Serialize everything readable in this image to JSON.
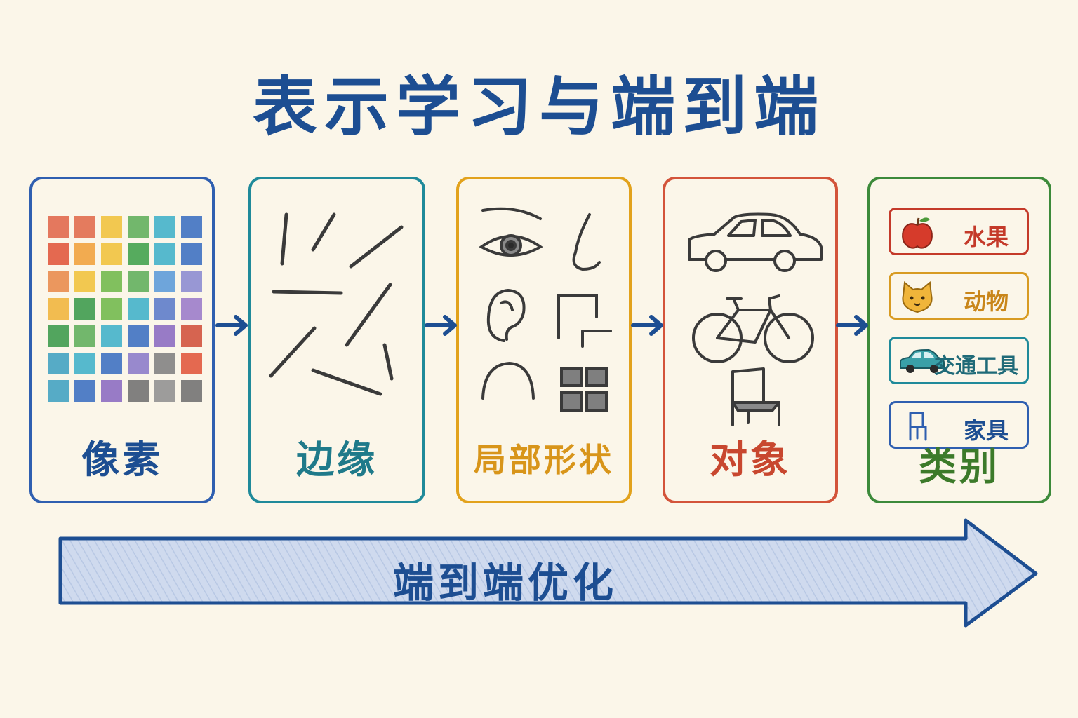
{
  "title": "表示学习与端到端",
  "stages": [
    {
      "label": "像素",
      "color": "#2f5fb0"
    },
    {
      "label": "边缘",
      "color": "#1f8a9a"
    },
    {
      "label": "局部形状",
      "color": "#e2a21c"
    },
    {
      "label": "对象",
      "color": "#d3543a"
    },
    {
      "label": "类别",
      "color": "#3c8a3a"
    }
  ],
  "categories": [
    {
      "label": "水果",
      "icon": "apple-icon",
      "color": "#c43a2a"
    },
    {
      "label": "动物",
      "icon": "cat-icon",
      "color": "#d89b22"
    },
    {
      "label": "交通工具",
      "icon": "car-icon",
      "color": "#1f8a9a"
    },
    {
      "label": "家具",
      "icon": "chair-icon",
      "color": "#2f5fb0"
    }
  ],
  "banner": {
    "label": "端到端优化",
    "color": "#1d4e92"
  },
  "colors": {
    "accent": "#1d4e92",
    "banner_fill": "#c9d6ec",
    "background": "#fbf6e9"
  }
}
